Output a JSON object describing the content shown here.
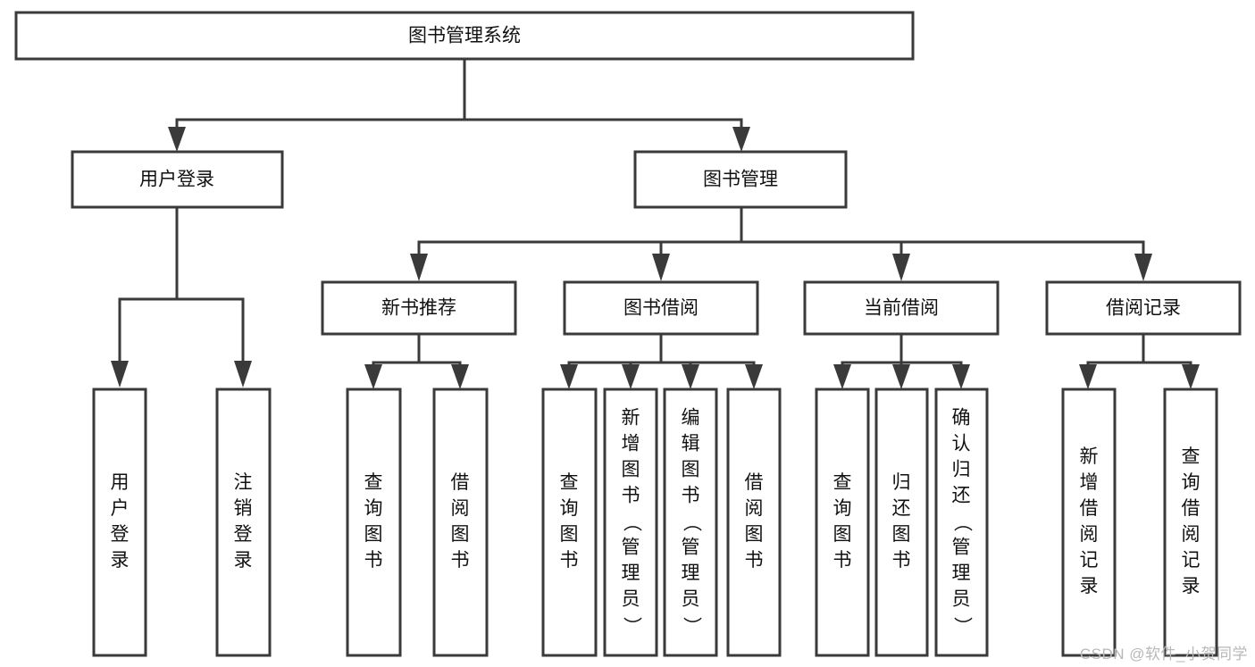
{
  "diagram": {
    "type": "tree-hierarchy-chart",
    "title": "图书管理系统",
    "orientation": "top-down",
    "colors": {
      "box_stroke": "#3a3a3a",
      "box_fill": "#ffffff",
      "connector": "#3a3a3a",
      "text": "#111111",
      "watermark": "#b8b8b8",
      "background": "#ffffff"
    },
    "nodes": {
      "root": {
        "label": "图书管理系统",
        "level": 1,
        "orientation": "horizontal"
      },
      "level2": [
        {
          "id": "user-login",
          "label": "用户登录",
          "orientation": "horizontal"
        },
        {
          "id": "book-management",
          "label": "图书管理",
          "orientation": "horizontal"
        }
      ],
      "level3": [
        {
          "id": "new-book-recommend",
          "label": "新书推荐",
          "orientation": "horizontal"
        },
        {
          "id": "book-borrow",
          "label": "图书借阅",
          "orientation": "horizontal"
        },
        {
          "id": "current-borrow",
          "label": "当前借阅",
          "orientation": "horizontal"
        },
        {
          "id": "borrow-record",
          "label": "借阅记录",
          "orientation": "horizontal"
        }
      ],
      "leaves": [
        {
          "id": "leaf-user-login",
          "parent": "user-login",
          "label": "用户登录",
          "orientation": "vertical"
        },
        {
          "id": "leaf-logout",
          "parent": "user-login",
          "label": "注销登录",
          "orientation": "vertical"
        },
        {
          "id": "leaf-query-book-1",
          "parent": "new-book-recommend",
          "label": "查询图书",
          "orientation": "vertical"
        },
        {
          "id": "leaf-borrow-book-1",
          "parent": "new-book-recommend",
          "label": "借阅图书",
          "orientation": "vertical"
        },
        {
          "id": "leaf-query-book-2",
          "parent": "book-borrow",
          "label": "查询图书",
          "orientation": "vertical"
        },
        {
          "id": "leaf-add-book",
          "parent": "book-borrow",
          "label": "新增图书（管理员）",
          "orientation": "vertical"
        },
        {
          "id": "leaf-edit-book",
          "parent": "book-borrow",
          "label": "编辑图书（管理员）",
          "orientation": "vertical"
        },
        {
          "id": "leaf-borrow-book-2",
          "parent": "book-borrow",
          "label": "借阅图书",
          "orientation": "vertical"
        },
        {
          "id": "leaf-query-book-3",
          "parent": "current-borrow",
          "label": "查询图书",
          "orientation": "vertical"
        },
        {
          "id": "leaf-return-book",
          "parent": "current-borrow",
          "label": "归还图书",
          "orientation": "vertical"
        },
        {
          "id": "leaf-confirm-return",
          "parent": "current-borrow",
          "label": "确认归还（管理员）",
          "orientation": "vertical"
        },
        {
          "id": "leaf-add-record",
          "parent": "borrow-record",
          "label": "新增借阅记录",
          "orientation": "vertical"
        },
        {
          "id": "leaf-query-record",
          "parent": "borrow-record",
          "label": "查询借阅记录",
          "orientation": "vertical"
        }
      ]
    },
    "watermark": "CSDN @软件_小贺同学"
  }
}
